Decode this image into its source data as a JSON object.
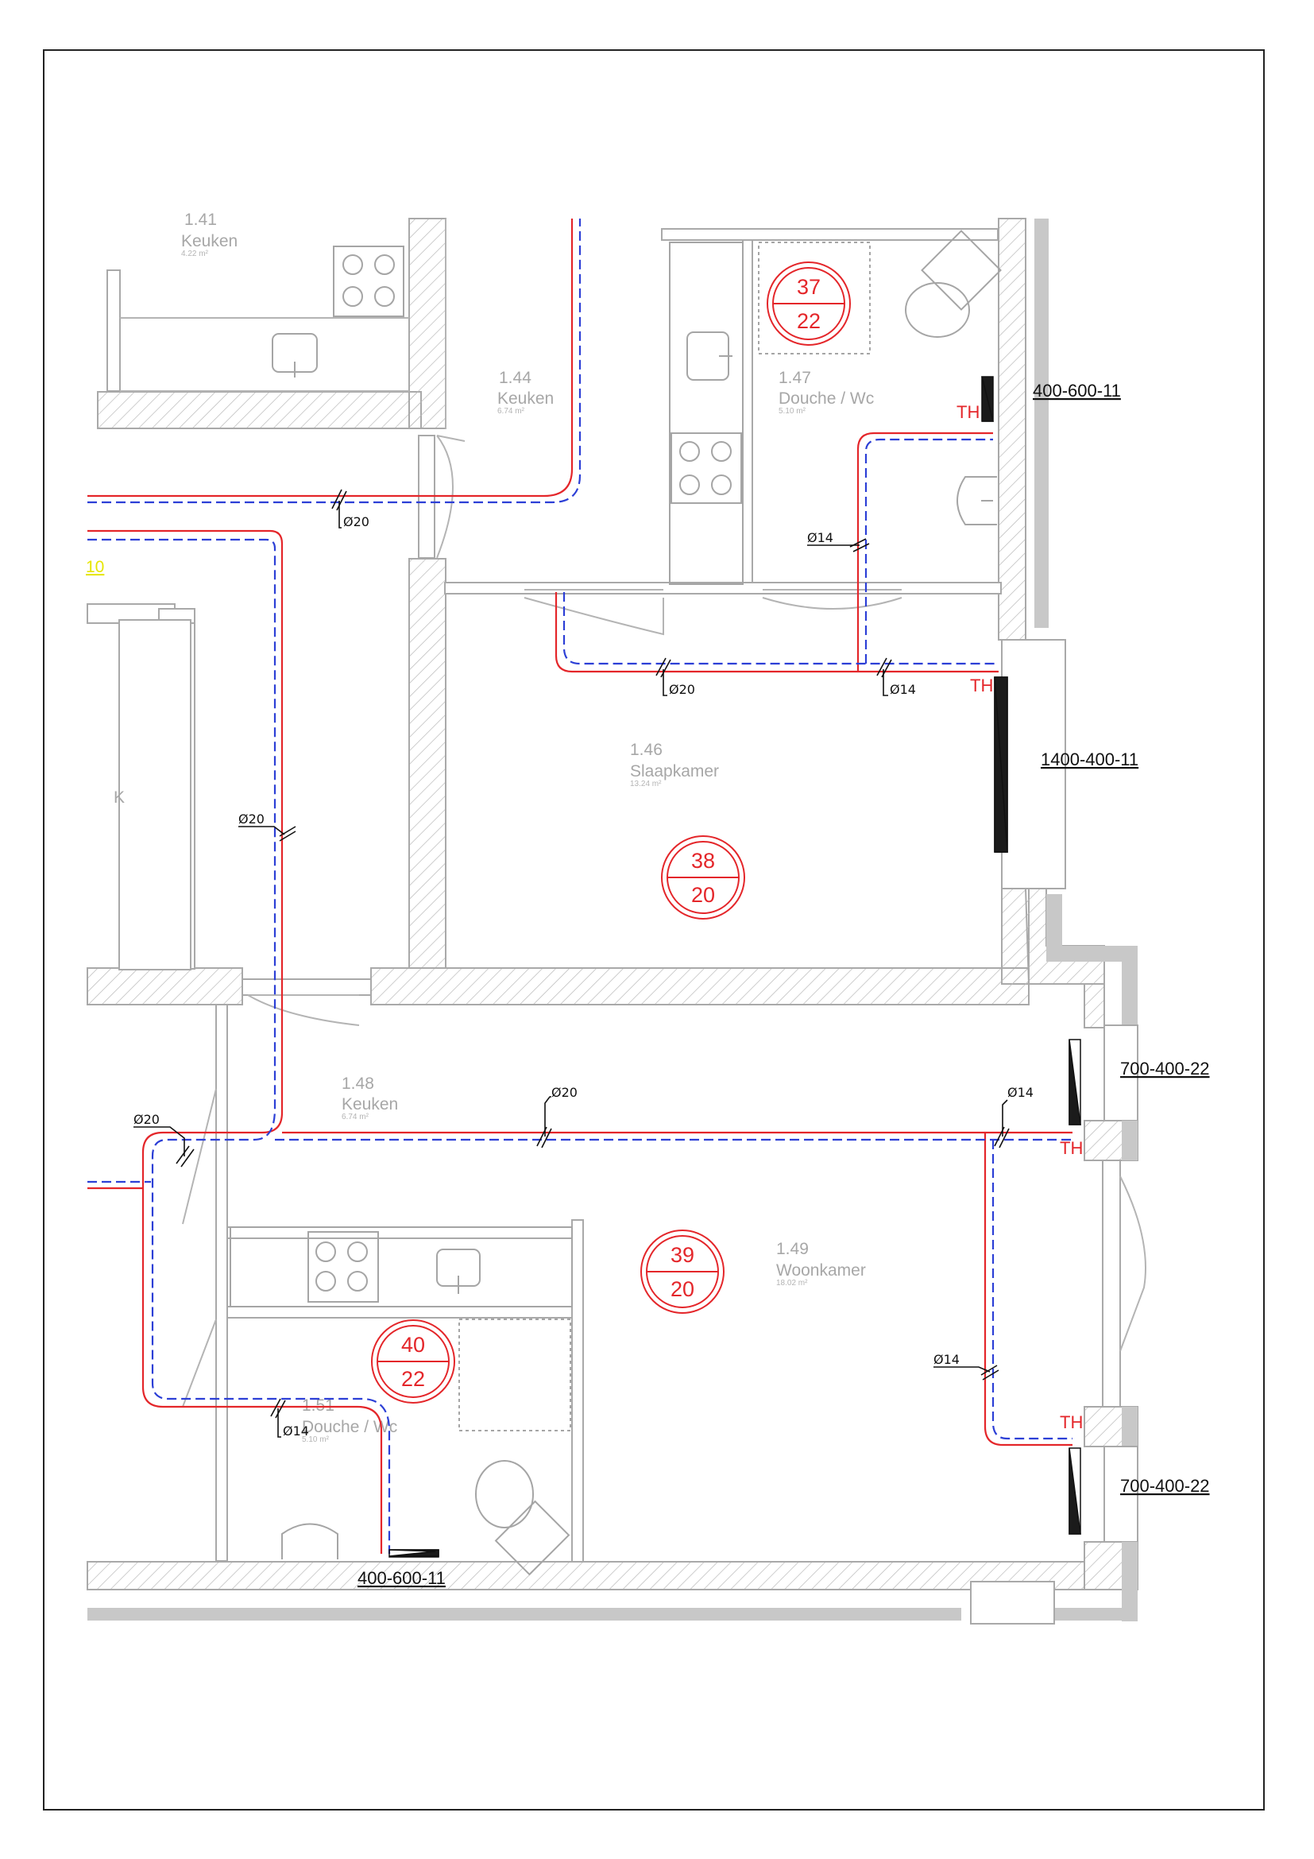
{
  "rooms": [
    {
      "id": "r141",
      "number": "1.41",
      "name": "Keuken",
      "area": "4.22 m²"
    },
    {
      "id": "r144",
      "number": "1.44",
      "name": "Keuken",
      "area": "6.74 m²"
    },
    {
      "id": "r147",
      "number": "1.47",
      "name": "Douche / Wc",
      "area": "5.10 m²"
    },
    {
      "id": "r146",
      "number": "1.46",
      "name": "Slaapkamer",
      "area": "13.24 m²"
    },
    {
      "id": "r148",
      "number": "1.48",
      "name": "Keuken",
      "area": "6.74 m²"
    },
    {
      "id": "r149",
      "number": "1.49",
      "name": "Woonkamer",
      "area": "18.02 m²"
    },
    {
      "id": "r151",
      "number": "1.51",
      "name": "Douche / Wc",
      "area": "5.10 m²"
    }
  ],
  "room_k": "K",
  "partial_label": "10",
  "zones": [
    {
      "top": "37",
      "bottom": "22"
    },
    {
      "top": "38",
      "bottom": "20"
    },
    {
      "top": "39",
      "bottom": "20"
    },
    {
      "top": "40",
      "bottom": "22"
    }
  ],
  "pipe_sizes": {
    "d20_corridor": "Ø20",
    "d20_left": "Ø20",
    "d20_slaap": "Ø20",
    "d20_lower_left": "Ø20",
    "d20_lower_mid": "Ø20",
    "d14_douche": "Ø14",
    "d14_slaap": "Ø14",
    "d14_woon_top": "Ø14",
    "d14_woon_side": "Ø14",
    "d14_douche_lower": "Ø14"
  },
  "thermostat_label": "TH",
  "radiators": [
    "400-600-11",
    "1400-400-11",
    "700-400-22",
    "700-400-22",
    "400-600-11"
  ],
  "colors": {
    "supply_pipe": "#e4262a",
    "return_pipe": "#2c3fd6",
    "walls": "#a9a9a9",
    "zone_marker": "#e4262a"
  }
}
